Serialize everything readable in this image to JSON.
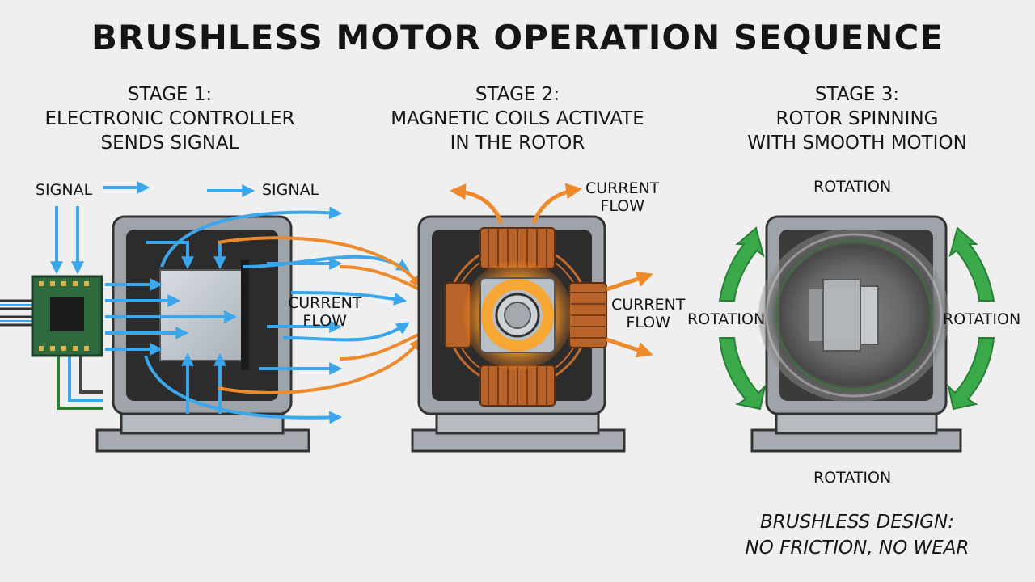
{
  "title": "BRUSHLESS MOTOR OPERATION SEQUENCE",
  "stages": [
    {
      "heading": [
        "STAGE 1:",
        "ELECTRONIC CONTROLLER",
        "SENDS SIGNAL"
      ],
      "labels": {
        "signal_left": "SIGNAL",
        "signal_right": "SIGNAL",
        "current_flow": [
          "CURRENT",
          "FLOW"
        ]
      }
    },
    {
      "heading": [
        "STAGE 2:",
        "MAGNETIC COILS ACTIVATE",
        "IN THE ROTOR"
      ],
      "labels": {
        "current_flow_top": [
          "CURRENT",
          "FLOW"
        ],
        "current_flow_right": [
          "CURRENT",
          "FLOW"
        ]
      }
    },
    {
      "heading": [
        "STAGE 3:",
        "ROTOR SPINNING",
        "WITH SMOOTH MOTION"
      ],
      "labels": {
        "rotation_top": "ROTATION",
        "rotation_left": "ROTATION",
        "rotation_right": "ROTATION",
        "rotation_bottom": "ROTATION"
      }
    }
  ],
  "note": [
    "BRUSHLESS DESIGN:",
    "NO FRICTION, NO WEAR"
  ],
  "colors": {
    "signal": "#3aa7ec",
    "current": "#ee8a2c",
    "coil": "#b8632a",
    "rotation": "#39a94a",
    "housing": "#9aa0a6",
    "frame": "#2e2e2e"
  }
}
